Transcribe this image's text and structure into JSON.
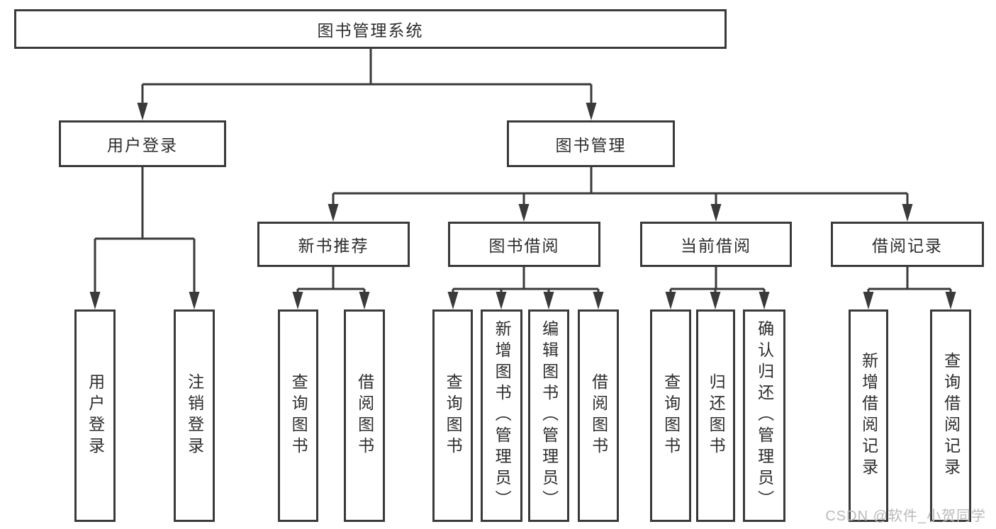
{
  "diagram": {
    "type": "hierarchy-tree",
    "root": {
      "label": "图书管理系统"
    },
    "level2": [
      {
        "label": "用户登录"
      },
      {
        "label": "图书管理"
      }
    ],
    "level3": [
      {
        "label": "新书推荐"
      },
      {
        "label": "图书借阅"
      },
      {
        "label": "当前借阅"
      },
      {
        "label": "借阅记录"
      }
    ],
    "leaves_user_login": [
      {
        "label": "用户登录"
      },
      {
        "label": "注销登录"
      }
    ],
    "leaves_new_book": [
      {
        "label": "查询图书"
      },
      {
        "label": "借阅图书"
      }
    ],
    "leaves_book_borrow": [
      {
        "label": "查询图书"
      },
      {
        "label": "新增图书（管理员）"
      },
      {
        "label": "编辑图书（管理员）"
      },
      {
        "label": "借阅图书"
      }
    ],
    "leaves_current_borrow": [
      {
        "label": "查询图书"
      },
      {
        "label": "归还图书"
      },
      {
        "label": "确认归还（管理员）"
      }
    ],
    "leaves_borrow_record": [
      {
        "label": "新增借阅记录"
      },
      {
        "label": "查询借阅记录"
      }
    ]
  },
  "watermark": "CSDN @软件_小贺同学",
  "colors": {
    "line": "#3a3a3a",
    "text": "#2d2d2d",
    "background": "#ffffff",
    "watermark": "#b9b9b9"
  }
}
